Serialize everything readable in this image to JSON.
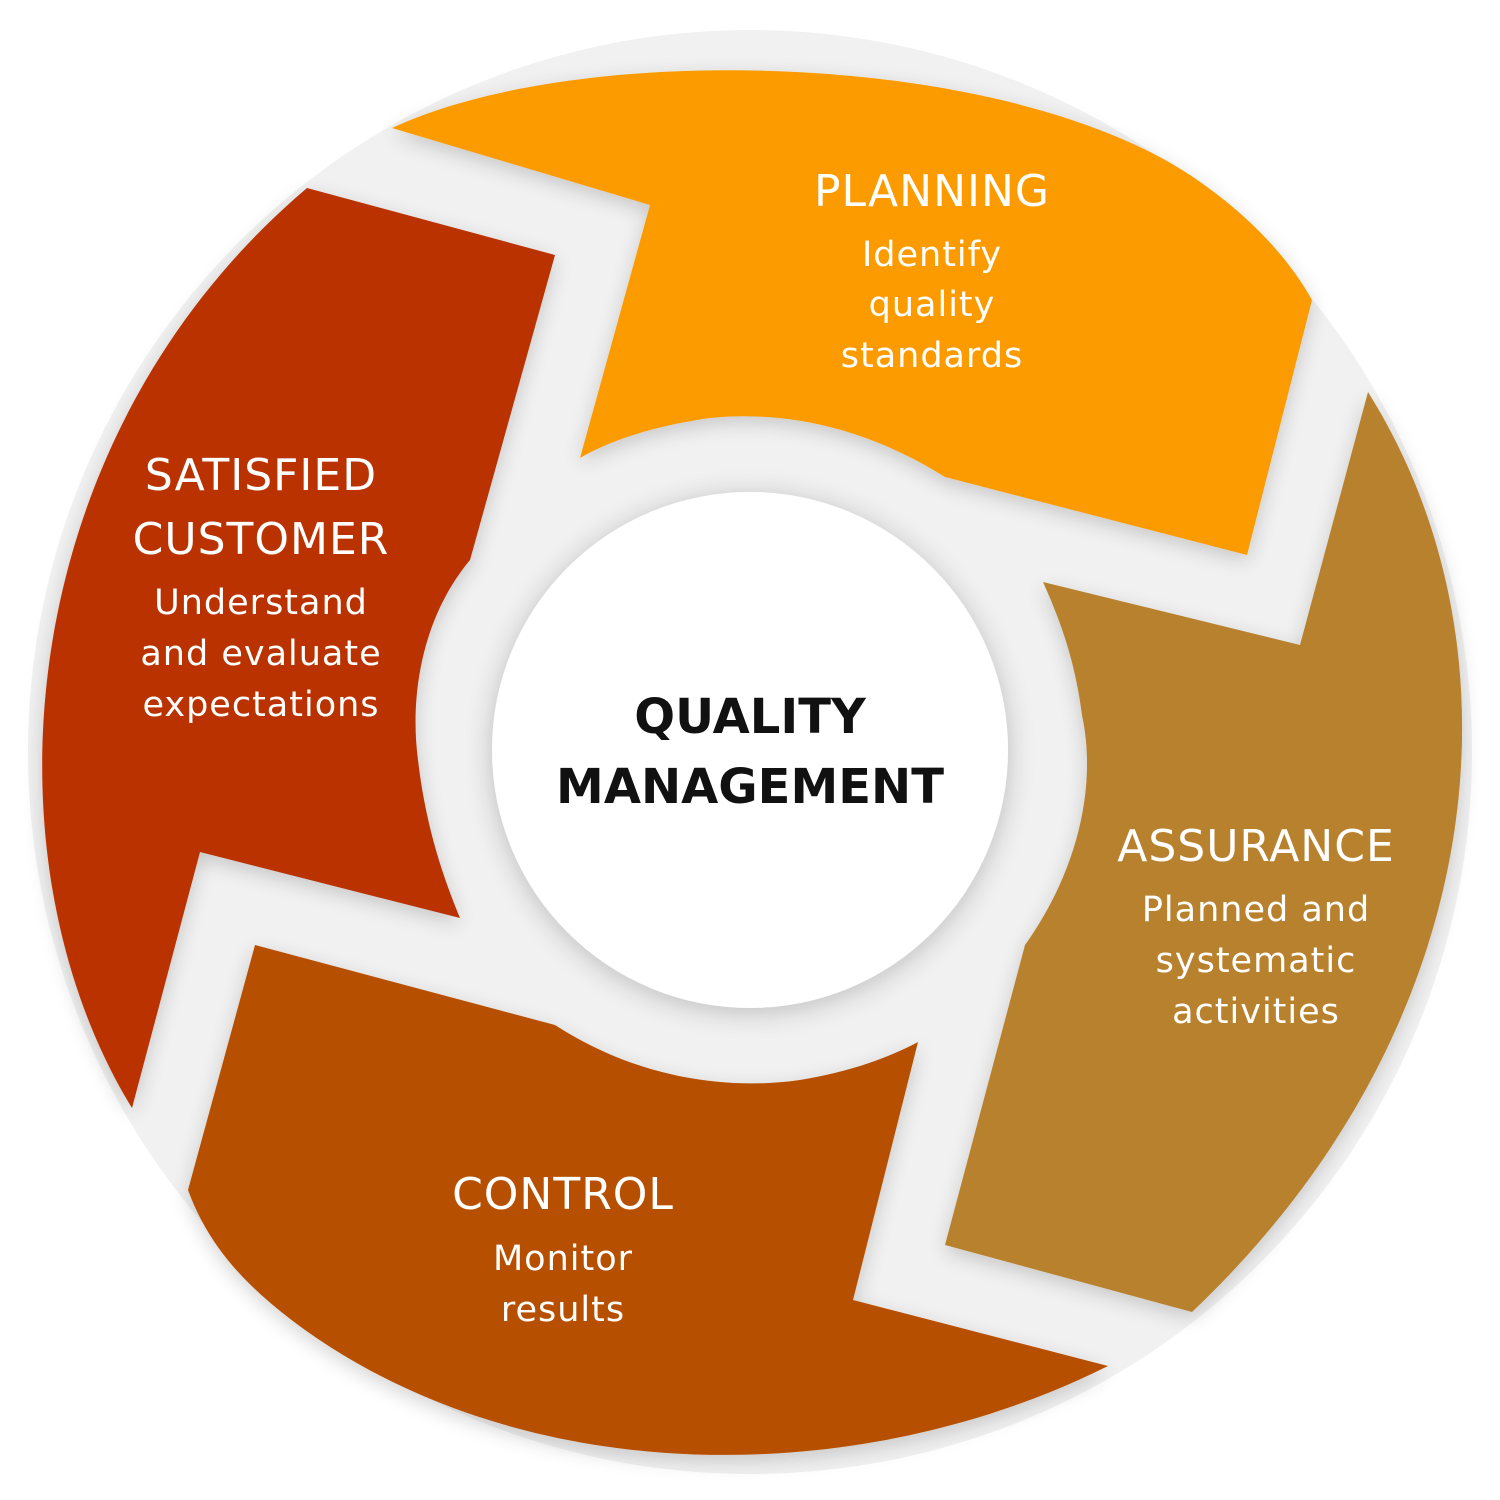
{
  "center": {
    "line1": "QUALITY",
    "line2": "MANAGEMENT"
  },
  "segments": [
    {
      "title": [
        "PLANNING"
      ],
      "desc": [
        "Identify",
        "quality",
        "standards"
      ],
      "color": "#FB9B05"
    },
    {
      "title": [
        "ASSURANCE"
      ],
      "desc": [
        "Planned and",
        "systematic",
        "activities"
      ],
      "color": "#B8812F"
    },
    {
      "title": [
        "CONTROL"
      ],
      "desc": [
        "Monitor",
        "results"
      ],
      "color": "#B75000"
    },
    {
      "title": [
        "SATISFIED",
        "CUSTOMER"
      ],
      "desc": [
        "Understand",
        "and evaluate",
        "expectations"
      ],
      "color": "#B93200"
    }
  ],
  "colors": {
    "background": "#FFFFFF",
    "gap": "#F1F1F1",
    "center_fill": "#FFFFFF",
    "text_light": "#FFFFFF",
    "text_dark": "#111111"
  }
}
